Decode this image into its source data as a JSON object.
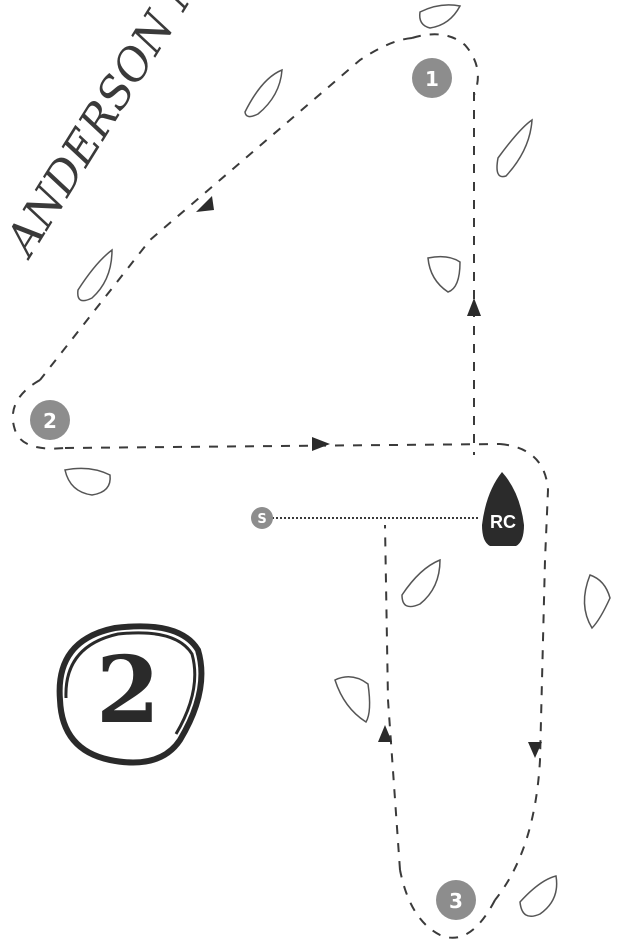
{
  "diagram": {
    "handwritten_title": "ANDERSON MOB",
    "course_number": "2",
    "marks": [
      {
        "id": "mark-1",
        "label": "1"
      },
      {
        "id": "mark-2",
        "label": "2"
      },
      {
        "id": "mark-3",
        "label": "3"
      }
    ],
    "start_pin": {
      "label": "S"
    },
    "committee_boat": {
      "label": "RC"
    },
    "colors": {
      "ink": "#3a3a3a",
      "mark_fill": "#8d8d8d",
      "boat_fill": "#2b2b2b",
      "paper": "#ffffff"
    }
  }
}
